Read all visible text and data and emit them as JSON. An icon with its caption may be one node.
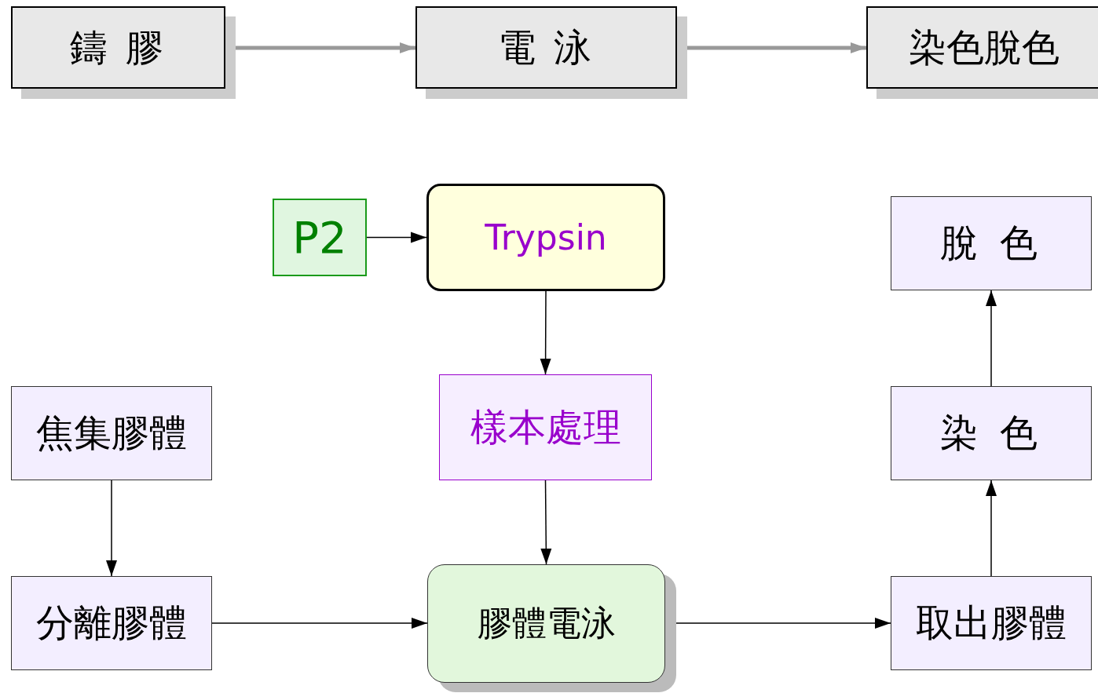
{
  "diagram": {
    "nodes": [
      {
        "text": [
          "鑄 膠"
        ]
      },
      {
        "text": [
          "電 泳"
        ]
      },
      {
        "text": [
          "染色脫色"
        ]
      },
      {
        "text": [
          "P2"
        ]
      },
      {
        "text": [
          "Trypsin"
        ]
      },
      {
        "text": [
          "脫 色"
        ]
      },
      {
        "text": [
          "焦集膠體"
        ]
      },
      {
        "text": [
          "樣本處理"
        ]
      },
      {
        "text": [
          "染 色"
        ]
      },
      {
        "text": [
          "分離膠體"
        ]
      },
      {
        "text": [
          "膠體電泳"
        ]
      },
      {
        "text": [
          "取出膠體"
        ]
      }
    ],
    "edges": [
      {
        "from": 0,
        "to": 1,
        "arrow": "to",
        "style": "thick",
        "color": "#999999"
      },
      {
        "from": 1,
        "to": 2,
        "arrow": "to",
        "style": "thick",
        "color": "#999999"
      },
      {
        "from": 3,
        "to": 4,
        "arrow": "to"
      },
      {
        "from": 4,
        "to": 7,
        "arrow": "to"
      },
      {
        "from": 7,
        "to": 10,
        "arrow": "to"
      },
      {
        "from": 6,
        "to": 9,
        "arrow": "to"
      },
      {
        "from": 9,
        "to": 10,
        "arrow": "to"
      },
      {
        "from": 10,
        "to": 11,
        "arrow": "to"
      },
      {
        "from": 11,
        "to": 8,
        "arrow": "to"
      },
      {
        "from": 8,
        "to": 5,
        "arrow": "to"
      }
    ]
  }
}
